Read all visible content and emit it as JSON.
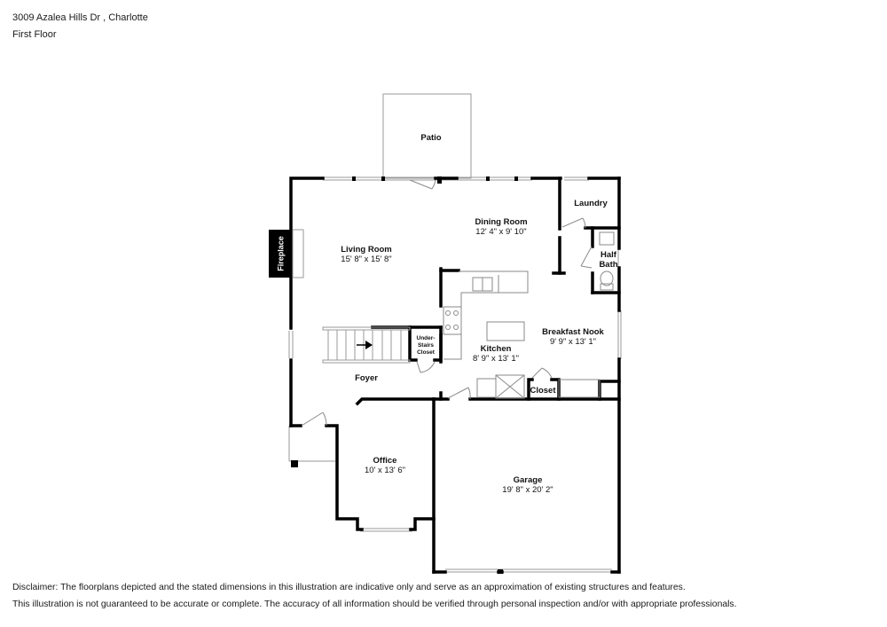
{
  "header": {
    "address": "3009 Azalea Hills Dr , Charlotte",
    "floor": "First Floor"
  },
  "rooms": {
    "patio": {
      "name": "Patio"
    },
    "living_room": {
      "name": "Living Room",
      "dims": "15' 8\" x 15' 8\""
    },
    "dining_room": {
      "name": "Dining Room",
      "dims": "12' 4\" x 9' 10\""
    },
    "laundry": {
      "name": "Laundry"
    },
    "half_bath": {
      "name_line1": "Half",
      "name_line2": "Bath"
    },
    "fireplace": {
      "name": "Fireplace"
    },
    "kitchen": {
      "name": "Kitchen",
      "dims": "8' 9\" x 13' 1\""
    },
    "breakfast_nook": {
      "name": "Breakfast Nook",
      "dims": "9' 9\" x 13' 1\""
    },
    "under_stairs_closet": {
      "line1": "Under-",
      "line2": "Stairs",
      "line3": "Closet"
    },
    "foyer": {
      "name": "Foyer"
    },
    "closet": {
      "name": "Closet"
    },
    "office": {
      "name": "Office",
      "dims": "10' x 13' 6\""
    },
    "garage": {
      "name": "Garage",
      "dims": "19' 8\" x 20' 2\""
    }
  },
  "disclaimer": {
    "line1": "Disclaimer: The floorplans depicted and the stated dimensions in this illustration are indicative only and serve as an approximation of existing structures and features.",
    "line2": "This illustration is not guaranteed to be accurate or complete. The accuracy of all information should be verified through personal inspection and/or with appropriate professionals."
  },
  "colors": {
    "wall": "#000000",
    "window": "#9a9a9a",
    "fixture": "#8a8a8a",
    "background": "#ffffff"
  }
}
